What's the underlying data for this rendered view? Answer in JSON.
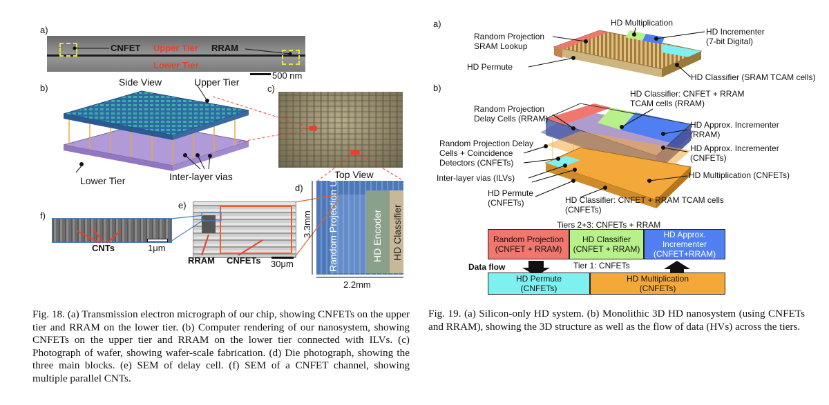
{
  "fig18": {
    "panels": {
      "a": "a)",
      "b": "b)",
      "c": "c)",
      "d": "d)",
      "e": "e)",
      "f": "f)"
    },
    "tem": {
      "cnfet": "CNFET",
      "upper_tier": "Upper Tier",
      "rram": "RRAM",
      "lower_tier": "Lower Tier",
      "scale": "500 nm"
    },
    "render": {
      "side_view": "Side View",
      "upper_tier": "Upper Tier",
      "lower_tier": "Lower Tier",
      "ilv": "Inter-layer vias"
    },
    "die": {
      "top_view": "Top View",
      "rp_unit": "Random Projection Unit",
      "hd_encoder": "HD Encoder",
      "hd_classifier": "HD Classifier",
      "height": "3.3mm",
      "width": "2.2mm"
    },
    "delay": {
      "rram": "RRAM",
      "cnfets": "CNFETs",
      "scale": "30μm"
    },
    "sem": {
      "cnts": "CNTs",
      "scale": "1μm"
    },
    "caption": "Fig. 18.   (a) Transmission electron micrograph of our chip, showing CNFETs on the upper tier and RRAM on the lower tier. (b) Computer rendering of our nanosystem, showing CNFETs on the upper tier and RRAM on the lower tier connected with ILVs. (c) Photograph of wafer, showing wafer-scale fabrication. (d) Die photograph, showing the three main blocks. (e) SEM of delay cell. (f) SEM of a CNFET channel, showing multiple parallel CNTs."
  },
  "fig19": {
    "panels": {
      "a": "a)",
      "b": "b)"
    },
    "a_labels": {
      "rp_sram": "Random Projection\nSRAM Lookup",
      "hd_mult": "HD Multiplication",
      "hd_inc": "HD Incrementer\n(7-bit Digital)",
      "hd_permute": "HD Permute",
      "hd_classifier": "HD Classifier (SRAM TCAM cells)"
    },
    "b_labels": {
      "rp_delay": "Random Projection\nDelay Cells (RRAM)",
      "hd_class_top": "HD Classifier: CNFET + RRAM\nTCAM cells (RRAM)",
      "approx_rram": "HD Approx. Incrementer\n(RRAM)",
      "rp_delay_cnfet": "Random Projection Delay\nCells + Coincidence\nDetectors (CNFETs)",
      "approx_cnfet": "HD Approx. Incrementer\n(CNFETs)",
      "ilv": "Inter-layer vias (ILVs)",
      "hd_mult_cnfet": "HD Multiplication (CNFETs)",
      "hd_permute": "HD Permute\n(CNFETs)",
      "hd_class_bottom": "HD Classifier: CNFET + RRAM TCAM cells\n(CNFETs)"
    },
    "flow": {
      "tiers23": "Tiers 2+3: CNFETs + RRAM",
      "rp": "Random Projection\n(CNFET + RRAM)",
      "classifier": "HD Classifier\n(CNFET + RRAM)",
      "approx": "HD Approx.\nIncrementer\n(CNFET+RRAM)",
      "data_flow": "Data flow",
      "tier1": "Tier 1: CNFETs",
      "permute": "HD Permute\n(CNFETs)",
      "mult": "HD Multiplication\n(CNFETs)"
    },
    "colors": {
      "red": "#f0766e",
      "green": "#b8f08a",
      "blue": "#4f7ff0",
      "cyan": "#7ff0f0",
      "orange": "#f5a83a"
    },
    "caption": "Fig. 19.    (a) Silicon-only HD system. (b) Monolithic 3D HD nanosystem (using CNFETs and RRAM), showing the 3D structure as well as the flow of data (HVs) across the tiers."
  }
}
